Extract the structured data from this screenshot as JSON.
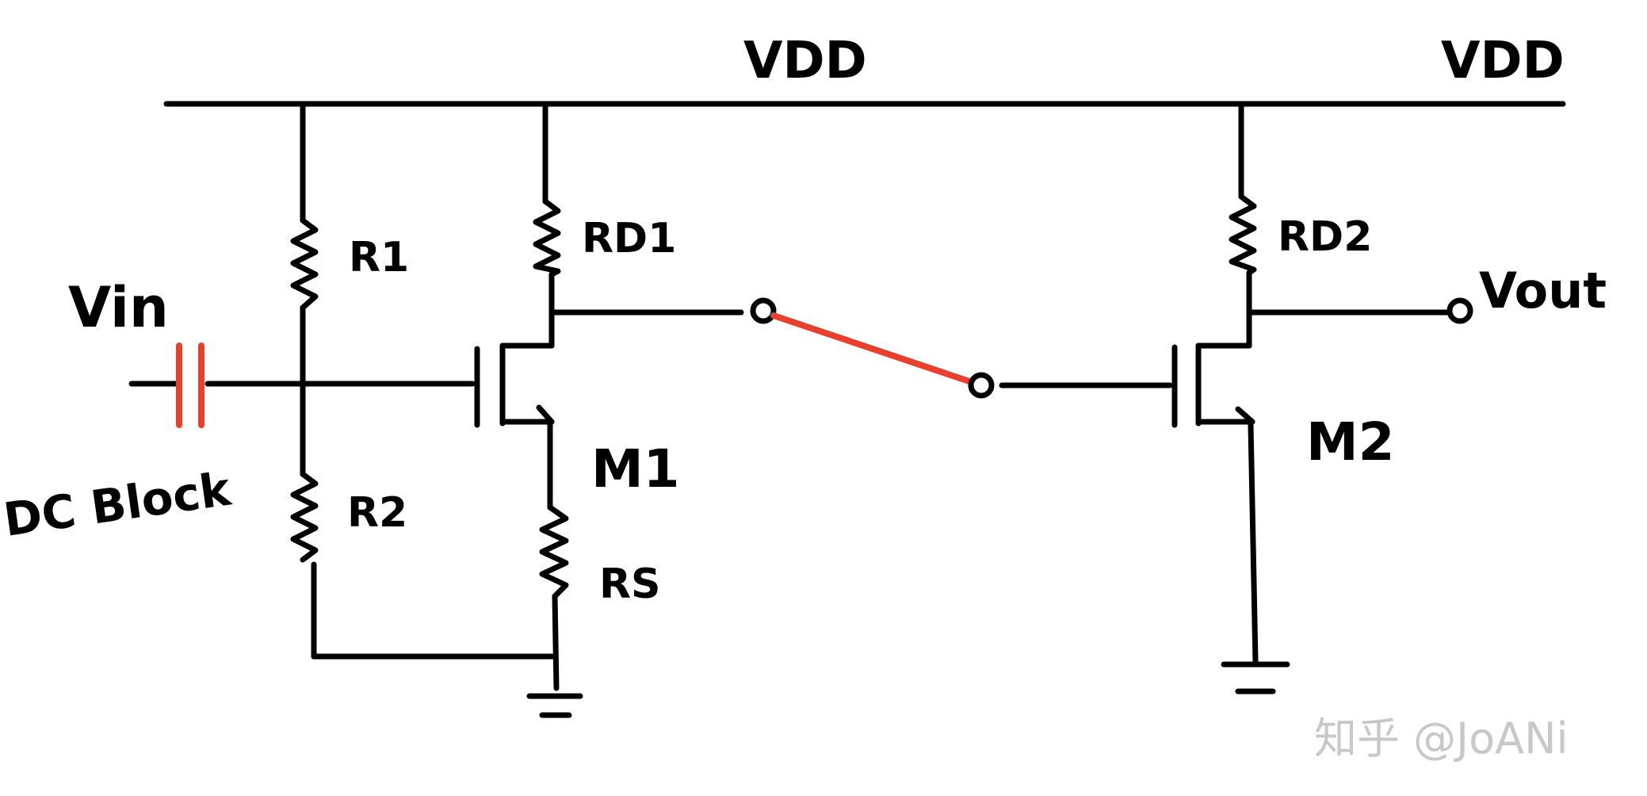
{
  "labels": {
    "vdd_left": "VDD",
    "vdd_right": "VDD",
    "vin": "Vin",
    "vout": "Vout",
    "r1": "R1",
    "r2": "R2",
    "rd1": "RD1",
    "rd2": "RD2",
    "rs": "RS",
    "m1": "M1",
    "m2": "M2",
    "dc_block": "DC Block"
  },
  "watermark": "知乎 @JoANi",
  "colors": {
    "wire": "#000000",
    "highlight": "#e8402f",
    "watermark": "#c8c8c8"
  }
}
